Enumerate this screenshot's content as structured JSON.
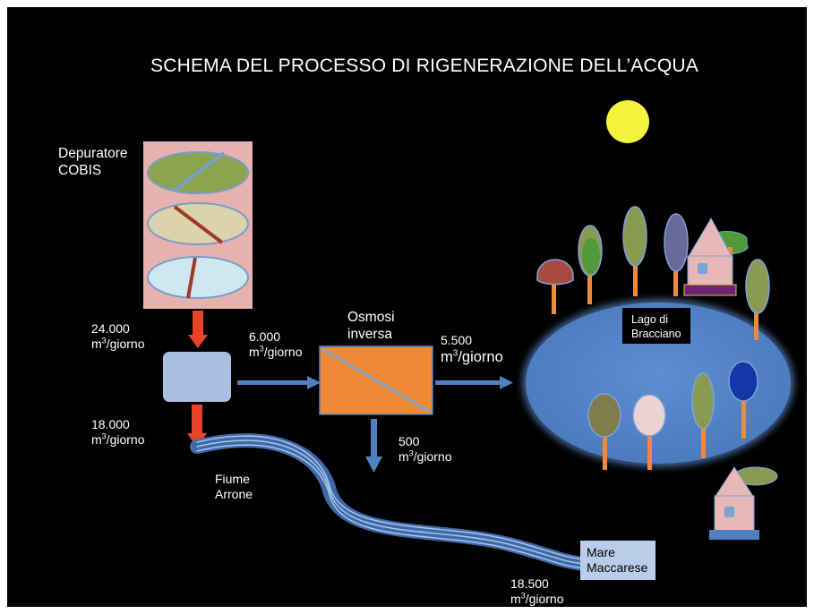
{
  "title": "SCHEMA DEL PROCESSO DI RIGENERAZIONE DELL’ACQUA",
  "depuratore": {
    "line1": "Depuratore",
    "line2": "COBIS"
  },
  "flows": {
    "inflow": {
      "value": "24.000",
      "unit_base": "m",
      "unit_exp": "3",
      "unit_rest": "/giorno"
    },
    "to_osmosis": {
      "value": "6.000",
      "unit_base": "m",
      "unit_exp": "3",
      "unit_rest": "/giorno"
    },
    "to_lake": {
      "value": "5.500",
      "unit_base": "m",
      "unit_exp": "3",
      "unit_rest": "/giorno"
    },
    "to_river": {
      "value": "18.000",
      "unit_base": "m",
      "unit_exp": "3",
      "unit_rest": "/giorno"
    },
    "reject": {
      "value": "500",
      "unit_base": "m",
      "unit_exp": "3",
      "unit_rest": "/giorno"
    },
    "to_sea": {
      "value": "18.500",
      "unit_base": "m",
      "unit_exp": "3",
      "unit_rest": "/giorno"
    }
  },
  "osmosi": {
    "line1": "Osmosi",
    "line2": "inversa"
  },
  "fiume": {
    "line1": "Fiume",
    "line2": "Arrone"
  },
  "mare": {
    "line1": "Mare",
    "line2": "Maccarese"
  },
  "lago": {
    "line1": "Lago di",
    "line2": "Bracciano"
  },
  "colors": {
    "background": "#000000",
    "depuratore_box": "#e6b2ae",
    "splitter": "#a8bfe2",
    "osmosis": "#ee8a35",
    "lake": "#4f81c7",
    "red_arrow": "#e8432a",
    "blue_arrow": "#4f81c0",
    "sun": "#f5f33c"
  }
}
